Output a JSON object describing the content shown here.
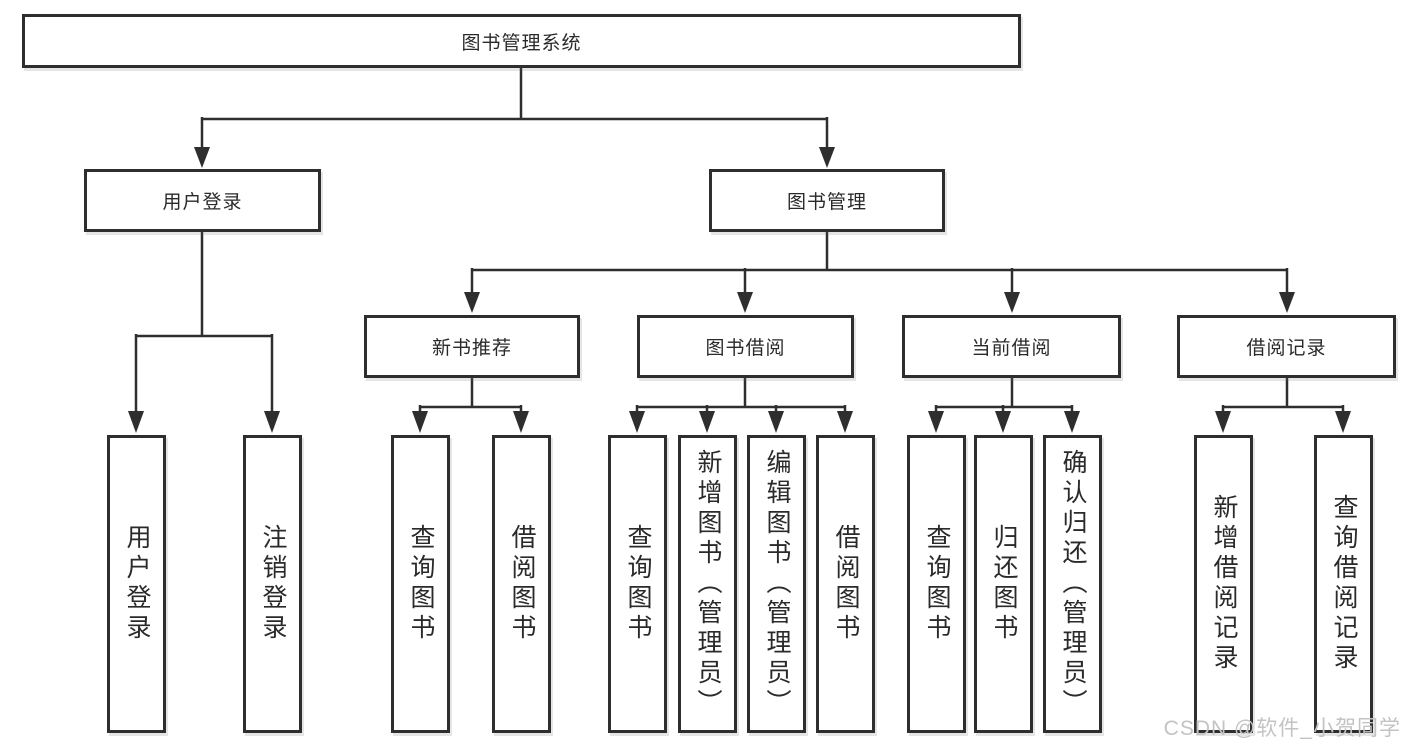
{
  "colors": {
    "line": "#2e2e2e",
    "text": "#2a2a2a",
    "background": "#ffffff",
    "watermark": "#c3c3c3"
  },
  "watermark": "CSDN @软件_小贺同学",
  "tree": {
    "label": "图书管理系统",
    "children": [
      {
        "label": "用户登录",
        "children": [
          {
            "label": "用户登录"
          },
          {
            "label": "注销登录"
          }
        ]
      },
      {
        "label": "图书管理",
        "children": [
          {
            "label": "新书推荐",
            "children": [
              {
                "label": "查询图书"
              },
              {
                "label": "借阅图书"
              }
            ]
          },
          {
            "label": "图书借阅",
            "children": [
              {
                "label": "查询图书"
              },
              {
                "label": "新增图书（管理员）"
              },
              {
                "label": "编辑图书（管理员）"
              },
              {
                "label": "借阅图书"
              }
            ]
          },
          {
            "label": "当前借阅",
            "children": [
              {
                "label": "查询图书"
              },
              {
                "label": "归还图书"
              },
              {
                "label": "确认归还（管理员）"
              }
            ]
          },
          {
            "label": "借阅记录",
            "children": [
              {
                "label": "新增借阅记录"
              },
              {
                "label": "查询借阅记录"
              }
            ]
          }
        ]
      }
    ]
  }
}
